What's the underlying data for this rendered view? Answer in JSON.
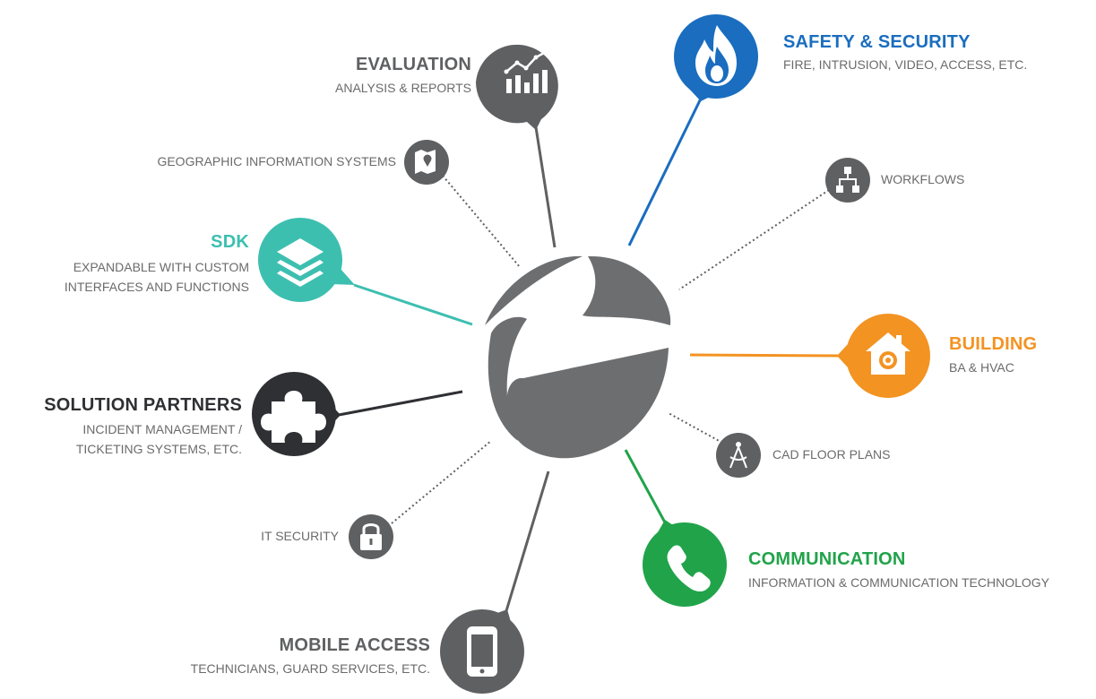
{
  "colors": {
    "gray": "#5f6062",
    "dark": "#2f3033",
    "blue": "#1a6dbf",
    "teal": "#3dbfb0",
    "orange": "#f39322",
    "green": "#21a34a",
    "text_gray": "#6b6b6b",
    "globe": "#6d6e70"
  },
  "nodes": {
    "evaluation": {
      "title": "EVALUATION",
      "subtitle": "ANALYSIS & REPORTS",
      "icon": "bar-chart-icon"
    },
    "safety": {
      "title": "SAFETY & SECURITY",
      "subtitle": "FIRE, INTRUSION, VIDEO, ACCESS, ETC.",
      "icon": "flame-icon"
    },
    "sdk": {
      "title": "SDK",
      "subtitle_line1": "EXPANDABLE WITH CUSTOM",
      "subtitle_line2": "INTERFACES AND FUNCTIONS",
      "icon": "layers-icon"
    },
    "building": {
      "title": "BUILDING",
      "subtitle": "BA & HVAC",
      "icon": "house-gear-icon"
    },
    "partners": {
      "title": "SOLUTION PARTNERS",
      "subtitle_line1": "INCIDENT MANAGEMENT /",
      "subtitle_line2": "TICKETING SYSTEMS, ETC.",
      "icon": "puzzle-icon"
    },
    "communication": {
      "title": "COMMUNICATION",
      "subtitle": "INFORMATION & COMMUNICATION TECHNOLOGY",
      "icon": "phone-icon"
    },
    "mobile": {
      "title": "MOBILE ACCESS",
      "subtitle": "TECHNICIANS, GUARD SERVICES, ETC.",
      "icon": "smartphone-icon"
    }
  },
  "small_nodes": {
    "gis": {
      "label": "GEOGRAPHIC INFORMATION SYSTEMS",
      "icon": "map-pin-icon"
    },
    "workflows": {
      "label": "WORKFLOWS",
      "icon": "workflow-icon"
    },
    "cad": {
      "label": "CAD FLOOR PLANS",
      "icon": "compass-icon"
    },
    "it_security": {
      "label": "IT SECURITY",
      "icon": "lock-icon"
    }
  }
}
